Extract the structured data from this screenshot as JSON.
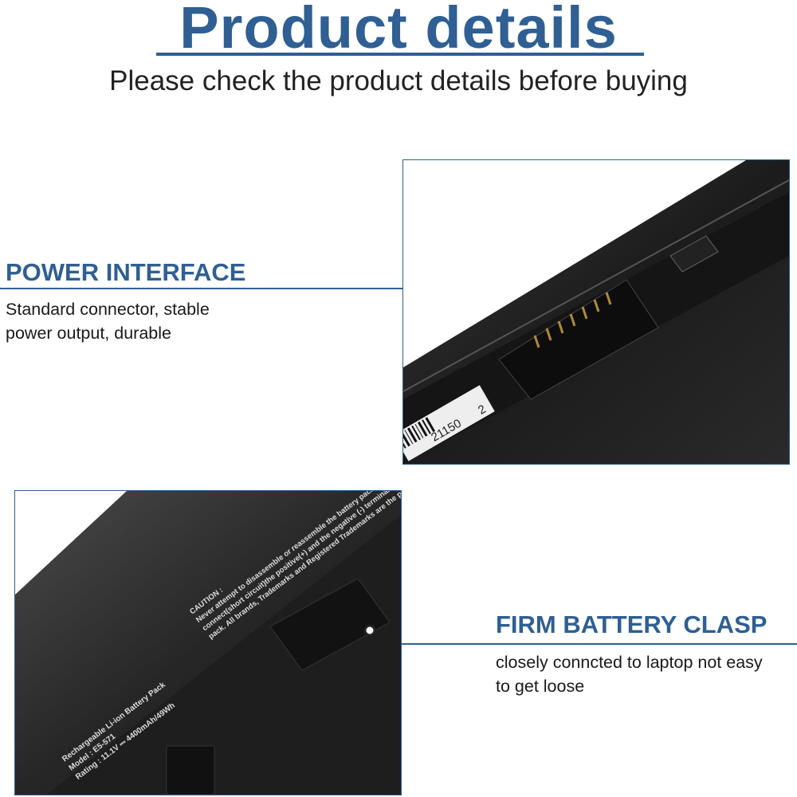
{
  "header": {
    "title": "Product details",
    "subtitle": "Please check the product details before buying"
  },
  "features": [
    {
      "heading": "POWER INTERFACE",
      "lines": [
        "Standard connector, stable",
        "power output, durable"
      ]
    },
    {
      "heading": "FIRM BATTERY CLASP",
      "lines": [
        "closely conncted to laptop not easy",
        "to get loose"
      ]
    }
  ],
  "photos": {
    "top": {
      "barcode_text": "21150",
      "barcode_suffix": "2"
    },
    "bottom": {
      "label_lines": [
        "Rechargeable Li-ion Battery Pack",
        "Model : E5-571",
        "Rating : 11.1V ⎓ 4400mAh/49Wh"
      ],
      "caution_lines": [
        "CAUTION :",
        "Never attempt to disassemble or reassemble the battery pack",
        "connect(short circuit)the positive(+) and the negative (-) terminal",
        "pack. All brands, Trademarks and Registered Trademarks are the pro"
      ]
    }
  },
  "colors": {
    "accent": "#2f5f93",
    "text": "#222222"
  }
}
